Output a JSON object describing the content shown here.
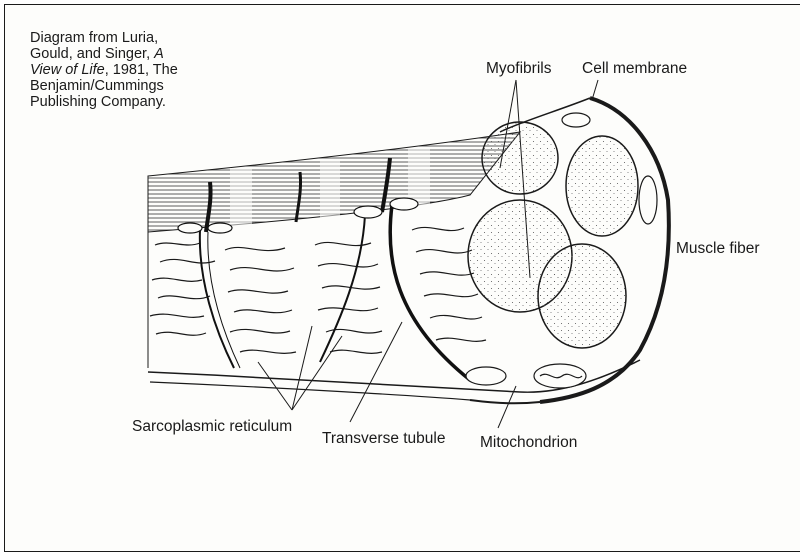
{
  "credit": {
    "line1_a": "Diagram from Luria,",
    "line2_a": "Gould, and Singer, ",
    "line2_b": "A",
    "line3_a": "View of Life",
    "line3_b": ", 1981, The",
    "line4_a": "Benjamin/Cummings",
    "line5_a": "Publishing Company."
  },
  "labels": {
    "myofibrils": "Myofibrils",
    "cell_membrane": "Cell membrane",
    "muscle_fiber": "Muscle fiber",
    "sarcoplasmic_reticulum": "Sarcoplasmic reticulum",
    "transverse_tubule": "Transverse tubule",
    "mitochondrion": "Mitochondrion"
  },
  "colors": {
    "ink": "#1a1a1a",
    "paper": "#fdfdfb"
  }
}
